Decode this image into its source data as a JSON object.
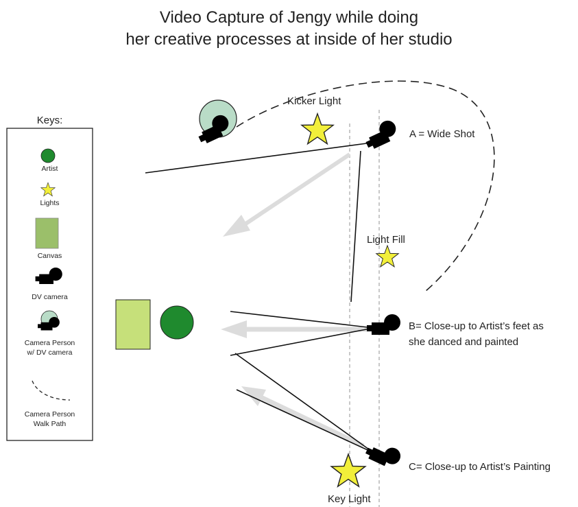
{
  "title": {
    "line1": "Video Capture of Jengy while doing",
    "line2": "her creative processes at inside of her studio"
  },
  "keys": {
    "heading": "Keys:",
    "items": [
      {
        "label": "Artist"
      },
      {
        "label": "Lights"
      },
      {
        "label": "Canvas"
      },
      {
        "label": "DV camera"
      },
      {
        "label": "Camera Person",
        "label2": "w/ DV camera"
      },
      {
        "label": "Camera Person",
        "label2": "Walk Path"
      }
    ]
  },
  "labels": {
    "kicker_light": "Kicker Light",
    "light_fill": "Light Fill",
    "key_light": "Key Light",
    "camera_a": "A = Wide Shot",
    "camera_b_line1": "B= Close-up to Artist’s feet as",
    "camera_b_line2": "she danced and painted",
    "camera_c": "C= Close-up to Artist’s Painting"
  },
  "colors": {
    "artist": "#1f8a2e",
    "light": "#f2ef3a",
    "canvas_key": "#9bbf6a",
    "canvas_main": "#c6e07a",
    "camera_person": "#b9dcc7",
    "camera": "#000000",
    "arrow": "#dcdcdc"
  }
}
